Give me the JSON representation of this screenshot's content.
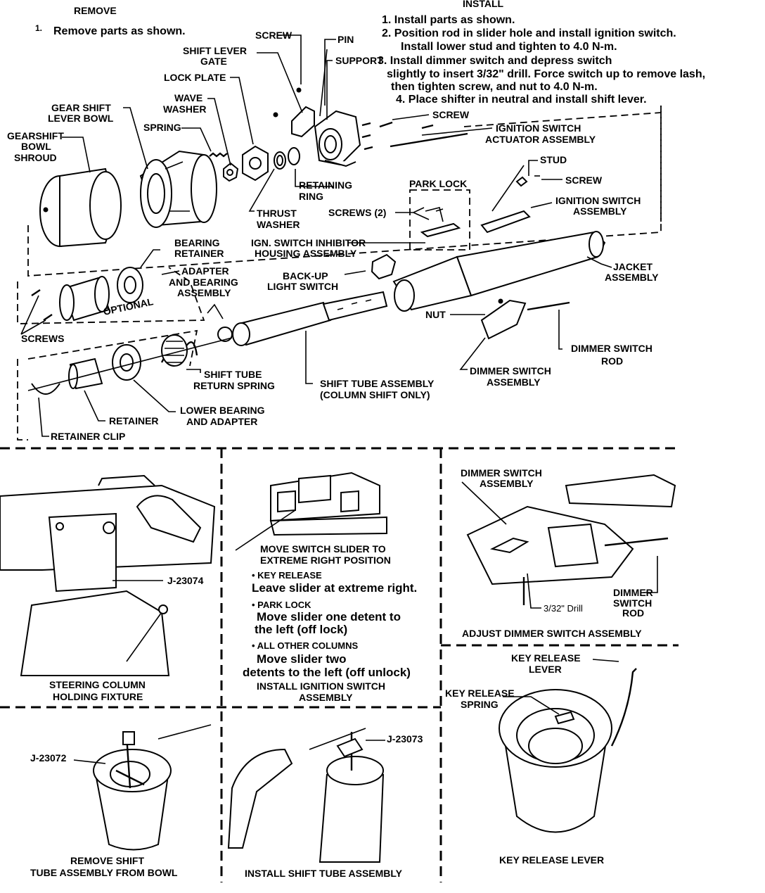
{
  "remove": {
    "heading": "REMOVE",
    "step_num": "1.",
    "step": "Remove parts as shown."
  },
  "install": {
    "heading": "INSTALL",
    "line1": "1. Install parts as shown.",
    "line2": "2.  Position rod in slider hole and install ignition switch.",
    "line3": "Install lower stud and tighten to 4.0 N-m.",
    "line4": "3.  Install dimmer switch and depress switch",
    "line5": "slightly to insert 3/32\" drill. Force switch up to remove lash,",
    "line6": "then tighten screw, and nut to 4.0 N-m.",
    "line7": "4. Place shifter in neutral and install shift lever."
  },
  "labels": {
    "screw_top": "SCREW",
    "pin": "PIN",
    "support": "SUPPORT",
    "shift_lever_gate_1": "SHIFT LEVER",
    "shift_lever_gate_2": "GATE",
    "lock_plate": "LOCK PLATE",
    "wave_washer_1": "WAVE",
    "wave_washer_2": "WASHER",
    "gear_shift_bowl_1": "GEAR SHIFT",
    "gear_shift_bowl_2": "LEVER BOWL",
    "spring": "SPRING",
    "shroud_1": "GEARSHIFT",
    "shroud_2": "BOWL",
    "shroud_3": "SHROUD",
    "screw_right": "SCREW",
    "ign_actuator_1": "IGNITION SWITCH",
    "ign_actuator_2": "ACTUATOR ASSEMBLY",
    "retaining_ring_1": "RETAINING",
    "retaining_ring_2": "RING",
    "thrust_washer_1": "THRUST",
    "thrust_washer_2": "WASHER",
    "park_lock": "PARK LOCK",
    "stud": "STUD",
    "screw_stud": "SCREW",
    "ign_switch_asm_1": "IGNITION SWITCH",
    "ign_switch_asm_2": "ASSEMBLY",
    "screws_2": "SCREWS (2)",
    "inhibitor_1": "IGN. SWITCH INHIBITOR",
    "inhibitor_2": "HOUSING ASSEMBLY",
    "bearing_retainer_1": "BEARING",
    "bearing_retainer_2": "RETAINER",
    "adapter_1": "ADAPTER",
    "adapter_2": "AND BEARING",
    "adapter_3": "ASSEMBLY",
    "optional": "OPTIONAL",
    "backup_1": "BACK-UP",
    "backup_2": "LIGHT SWITCH",
    "jacket_1": "JACKET",
    "jacket_2": "ASSEMBLY",
    "nut": "NUT",
    "screws": "SCREWS",
    "dimmer_rod_1": "DIMMER SWITCH",
    "dimmer_rod_2": "ROD",
    "shift_tube_spring_1": "SHIFT TUBE",
    "shift_tube_spring_2": "RETURN SPRING",
    "shift_tube_asm_1": "SHIFT TUBE ASSEMBLY",
    "shift_tube_asm_2": "(COLUMN SHIFT ONLY)",
    "dimmer_asm_1": "DIMMER SWITCH",
    "dimmer_asm_2": "ASSEMBLY",
    "lower_bearing_1": "LOWER BEARING",
    "lower_bearing_2": "AND ADAPTER",
    "retainer": "RETAINER",
    "retainer_clip": "RETAINER CLIP"
  },
  "panels": {
    "fixture_tool": "J-23074",
    "fixture_cap_1": "STEERING COLUMN",
    "fixture_cap_2": "HOLDING FIXTURE",
    "slider_note_1": "MOVE SWITCH SLIDER TO",
    "slider_note_2": "EXTREME RIGHT POSITION",
    "key_release_head": "• KEY RELEASE",
    "key_release_text": "Leave slider at extreme right.",
    "park_lock_head": "• PARK LOCK",
    "park_lock_text_1": "Move slider one detent to",
    "park_lock_text_2": "the left (off lock)",
    "all_other_head": "• ALL OTHER COLUMNS",
    "all_other_text_1": "Move slider two",
    "all_other_text_2": "detents to the left (off unlock)",
    "ign_cap_1": "INSTALL IGNITION SWITCH",
    "ign_cap_2": "ASSEMBLY",
    "dimmer_label_1": "DIMMER SWITCH",
    "dimmer_label_2": "ASSEMBLY",
    "dimmer_rod_1": "DIMMER",
    "dimmer_rod_2": "SWITCH",
    "dimmer_rod_3": "ROD",
    "drill": "3/32\" Drill",
    "dimmer_cap": "ADJUST DIMMER SWITCH ASSEMBLY",
    "key_lever_label_1": "KEY RELEASE",
    "key_lever_label_2": "LEVER",
    "key_spring_label_1": "KEY RELEASE",
    "key_spring_label_2": "SPRING",
    "key_cap": "KEY RELEASE LEVER",
    "bowl_tool": "J-23072",
    "bowl_cap_1": "REMOVE SHIFT",
    "bowl_cap_2": "TUBE ASSEMBLY FROM BOWL",
    "tube_tool": "J-23073",
    "tube_cap": "INSTALL SHIFT TUBE ASSEMBLY"
  }
}
